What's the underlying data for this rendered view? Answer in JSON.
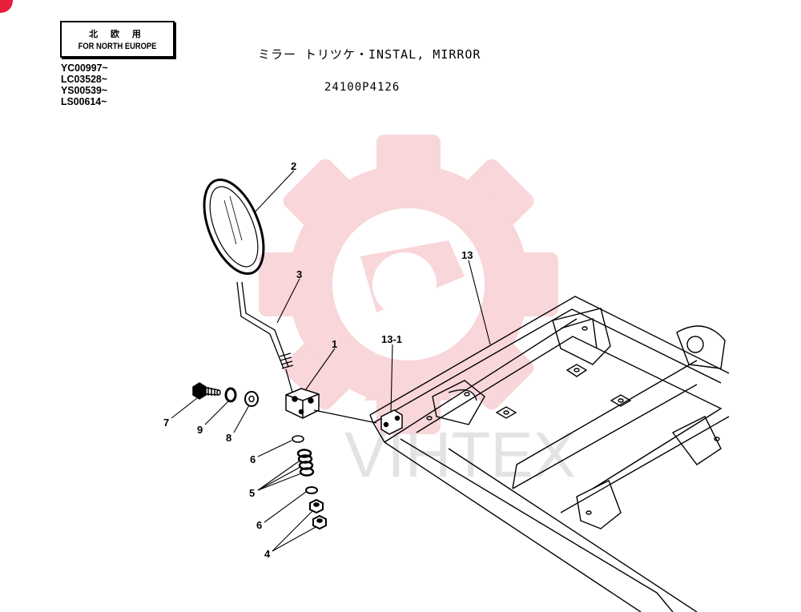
{
  "region": {
    "label_jp": "北 欧 用",
    "label_en": "FOR NORTH EUROPE"
  },
  "serials": [
    "YC00997~",
    "LC03528~",
    "YS00539~",
    "LS00614~"
  ],
  "title": "ミラー  トリツケ・INSTAL, MIRROR",
  "part_number": "24100P4126",
  "watermark": "VIHTEX",
  "colors": {
    "watermark": "#f5b5bd",
    "accent_dot": "#e8203a",
    "ink": "#000000"
  },
  "callouts": {
    "c1": "1",
    "c2": "2",
    "c3": "3",
    "c4": "4",
    "c5": "5",
    "c6a": "6",
    "c6b": "6",
    "c7": "7",
    "c8": "8",
    "c9": "9",
    "c13": "13",
    "c13_1": "13-1"
  }
}
